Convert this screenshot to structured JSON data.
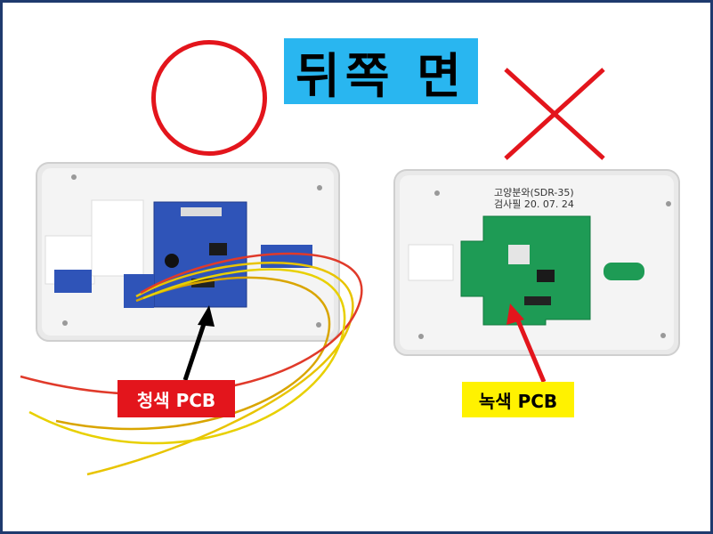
{
  "title": "뒤쪽 면",
  "labels": {
    "blue_pcb": "청색 PCB",
    "green_pcb": "녹색 PCB"
  },
  "stamp": {
    "line1": "고양분와(SDR-35)",
    "line2": "검사필 20. 07. 24"
  },
  "marks": {
    "correct": "circle-mark",
    "wrong": "cross-mark"
  },
  "colors": {
    "title_bg": "#29b6f0",
    "mark_red": "#e3151c",
    "label_yellow": "#fff200",
    "pcb_blue": "#2f54b8",
    "pcb_green": "#1e9b55",
    "frame": "#1f3a6e"
  }
}
